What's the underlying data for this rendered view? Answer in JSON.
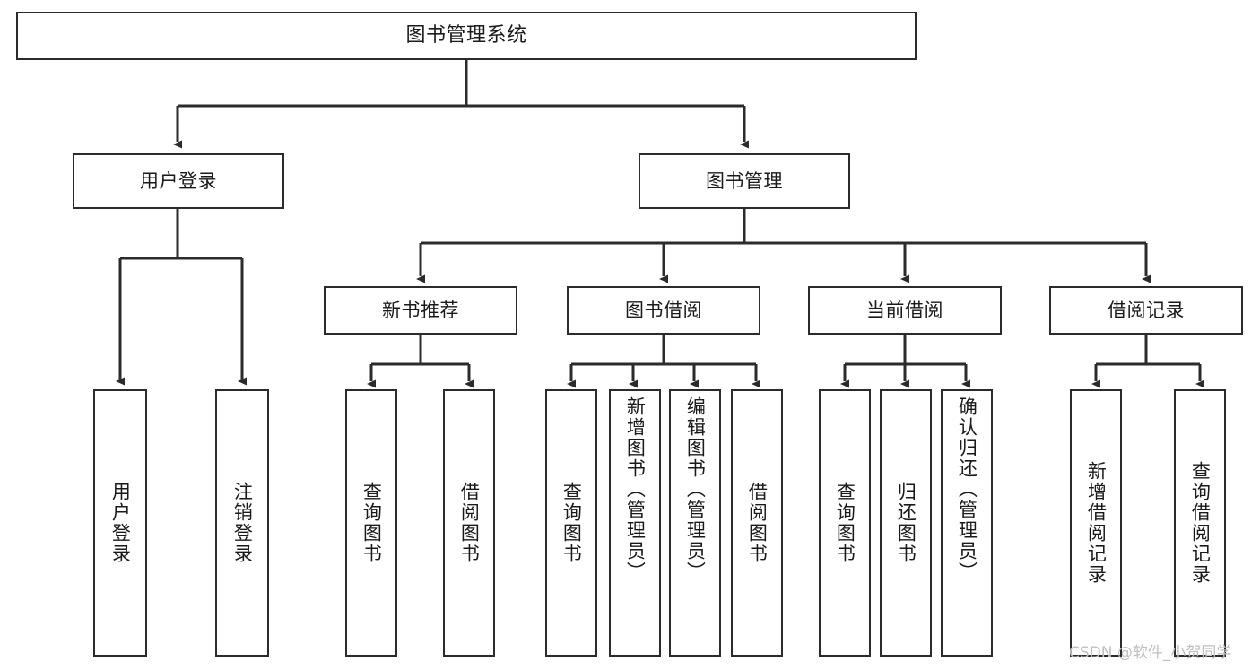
{
  "diagram": {
    "title": "图书管理系统",
    "type": "tree",
    "orientation": "top-down",
    "colors": {
      "box_border": "#2b2b2b",
      "box_fill": "#ffffff",
      "connector": "#2b2b2b",
      "text": "#1a1a1a",
      "watermark": "#bfbfbf",
      "background": "#ffffff"
    },
    "nodes": {
      "root": {
        "label": "图书管理系统"
      },
      "level2": [
        {
          "label": "用户登录"
        },
        {
          "label": "图书管理"
        }
      ],
      "level3": [
        {
          "label": "新书推荐"
        },
        {
          "label": "图书借阅"
        },
        {
          "label": "当前借阅"
        },
        {
          "label": "借阅记录"
        }
      ],
      "leaves": {
        "user_login": [
          {
            "label": "用户登录"
          },
          {
            "label": "注销登录"
          }
        ],
        "new_book_recommend": [
          {
            "label": "查询图书"
          },
          {
            "label": "借阅图书"
          }
        ],
        "book_borrow": [
          {
            "label": "查询图书"
          },
          {
            "label": "新增图书（管理员）"
          },
          {
            "label": "编辑图书（管理员）"
          },
          {
            "label": "借阅图书"
          }
        ],
        "current_borrow": [
          {
            "label": "查询图书"
          },
          {
            "label": "归还图书"
          },
          {
            "label": "确认归还（管理员）"
          }
        ],
        "borrow_record": [
          {
            "label": "新增借阅记录"
          },
          {
            "label": "查询借阅记录"
          }
        ]
      }
    }
  },
  "watermark": {
    "text": "CSDN @软件_小贺同学"
  }
}
